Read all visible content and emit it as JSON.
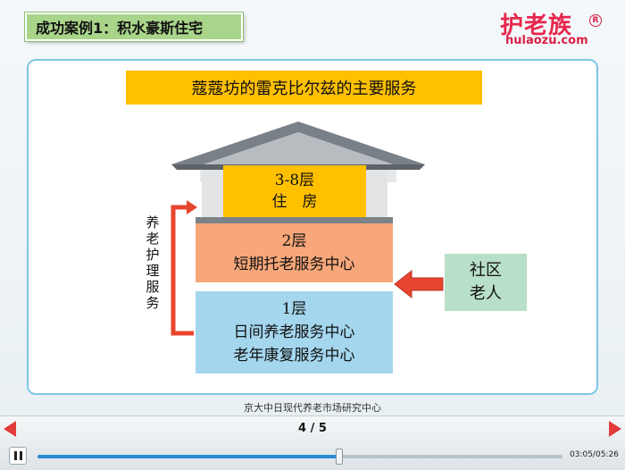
{
  "slide": {
    "title": "成功案例1：积水豪斯住宅",
    "logo": {
      "cn": "护老族",
      "en": "hulaozu.com",
      "reg": "R"
    },
    "heading": "蔻蔻坊的雷克比尔兹的主要服务",
    "building": {
      "floor3": {
        "line1": "3-8层",
        "line2": "住　房"
      },
      "floor2": {
        "line1": "2层",
        "line2": "短期托老服务中心"
      },
      "floor1": {
        "line1": "1层",
        "line2": "日间养老服务中心",
        "line3": "老年康复服务中心"
      }
    },
    "community": {
      "line1": "社区",
      "line2": "老人"
    },
    "care_label": "养老护理服务",
    "footer": "京大中日现代养老市场研究中心",
    "colors": {
      "title_bg": "#a9d58a",
      "heading_bg": "#ffc000",
      "floor3_bg": "#ffc000",
      "floor2_bg": "#f7a779",
      "floor1_bg": "#a4d6ee",
      "community_bg": "#b8dfc8",
      "arrow": "#e8452f"
    }
  },
  "player": {
    "page": "4 / 5",
    "time": "03:05/05:26",
    "progress": 0.574,
    "icons": {
      "prev": "prev-arrow-icon",
      "next": "next-arrow-icon",
      "pause": "pause-icon"
    }
  }
}
